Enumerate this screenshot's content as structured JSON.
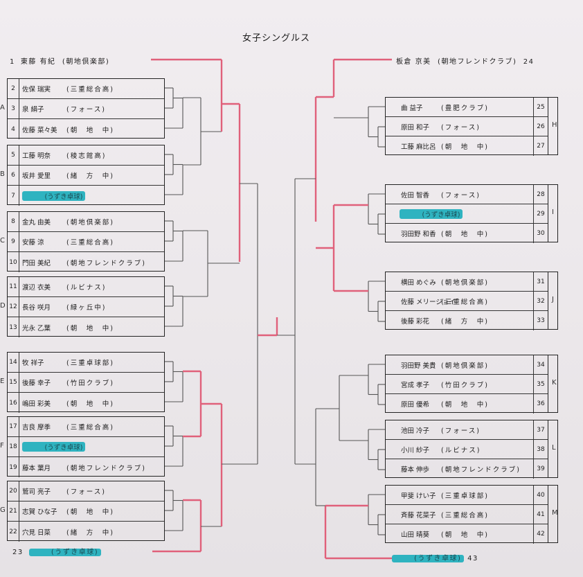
{
  "title": "女子シングルス",
  "seeds": {
    "s1": {
      "num": "1",
      "name": "東藤 有紀",
      "club": "(朝地倶楽部)"
    },
    "s23": {
      "num": "23",
      "name": "",
      "club": "(うずき卓球)"
    },
    "s24": {
      "num": "24",
      "name": "板倉 京美",
      "club": "(朝地フレンドクラブ)"
    },
    "s43": {
      "num": "43",
      "name": "",
      "club": "(うずき卓球)"
    }
  },
  "left_groups": [
    {
      "label": "A",
      "players": [
        {
          "num": "2",
          "name": "佐保 瑞実",
          "club": "(三重総合高)"
        },
        {
          "num": "3",
          "name": "泉 絹子",
          "club": "(フォース)"
        },
        {
          "num": "4",
          "name": "佐藤 菜々美",
          "club": "(朝　地　中)"
        }
      ]
    },
    {
      "label": "B",
      "players": [
        {
          "num": "5",
          "name": "工藤 明奈",
          "club": "(稜志館高)"
        },
        {
          "num": "6",
          "name": "坂井 愛里",
          "club": "(緒　方　中)"
        },
        {
          "num": "7",
          "name": "",
          "club": "(うずき卓球)"
        }
      ]
    },
    {
      "label": "C",
      "players": [
        {
          "num": "8",
          "name": "金丸 由美",
          "club": "(朝地倶楽部)"
        },
        {
          "num": "9",
          "name": "安藤 涼",
          "club": "(三重総合高)"
        },
        {
          "num": "10",
          "name": "門田 美紀",
          "club": "(朝地フレンドクラブ)"
        }
      ]
    },
    {
      "label": "D",
      "players": [
        {
          "num": "11",
          "name": "渡辺 衣美",
          "club": "(ルビナス)"
        },
        {
          "num": "12",
          "name": "長谷 咲月",
          "club": "(緑ヶ丘中)"
        },
        {
          "num": "13",
          "name": "光永 乙葉",
          "club": "(朝　地　中)"
        }
      ]
    },
    {
      "label": "E",
      "players": [
        {
          "num": "14",
          "name": "牧 祥子",
          "club": "(三重卓球部)"
        },
        {
          "num": "15",
          "name": "後藤 幸子",
          "club": "(竹田クラブ)"
        },
        {
          "num": "16",
          "name": "嶋田 彩美",
          "club": "(朝　地　中)"
        }
      ]
    },
    {
      "label": "F",
      "players": [
        {
          "num": "17",
          "name": "吉良 摩季",
          "club": "(三重総合高)"
        },
        {
          "num": "18",
          "name": "",
          "club": "(うずき卓球)"
        },
        {
          "num": "19",
          "name": "藤本 葉月",
          "club": "(朝地フレンドクラブ)"
        }
      ]
    },
    {
      "label": "G",
      "players": [
        {
          "num": "20",
          "name": "鷲司 亮子",
          "club": "(フォース)"
        },
        {
          "num": "21",
          "name": "志賀 ひな子",
          "club": "(朝　地　中)"
        },
        {
          "num": "22",
          "name": "穴見 日菜",
          "club": "(緒　方　中)"
        }
      ]
    }
  ],
  "right_groups": [
    {
      "label": "H",
      "players": [
        {
          "num": "25",
          "name": "曲 益子",
          "club": "(豊肥クラブ)"
        },
        {
          "num": "26",
          "name": "原田 和子",
          "club": "(フォース)"
        },
        {
          "num": "27",
          "name": "工藤 麻比呂",
          "club": "(朝　地　中)"
        }
      ]
    },
    {
      "label": "I",
      "players": [
        {
          "num": "28",
          "name": "佐田 智香",
          "club": "(フォース)"
        },
        {
          "num": "29",
          "name": "",
          "club": "(うずき卓球)"
        },
        {
          "num": "30",
          "name": "羽田野 和香",
          "club": "(朝　地　中)"
        }
      ]
    },
    {
      "label": "J",
      "players": [
        {
          "num": "31",
          "name": "横田 めぐみ",
          "club": "(朝地倶楽部)"
        },
        {
          "num": "32",
          "name": "佐藤 メリージョイ",
          "club": "(三重総合高)"
        },
        {
          "num": "33",
          "name": "後藤 彩花",
          "club": "(緒　方　中)"
        }
      ]
    },
    {
      "label": "K",
      "players": [
        {
          "num": "34",
          "name": "羽田野 美貴",
          "club": "(朝地倶楽部)"
        },
        {
          "num": "35",
          "name": "宮成 孝子",
          "club": "(竹田クラブ)"
        },
        {
          "num": "36",
          "name": "原田 優希",
          "club": "(朝　地　中)"
        }
      ]
    },
    {
      "label": "L",
      "players": [
        {
          "num": "37",
          "name": "池田 冷子",
          "club": "(フォース)"
        },
        {
          "num": "38",
          "name": "小川 紗子",
          "club": "(ルビナス)"
        },
        {
          "num": "39",
          "name": "藤本 伸歩",
          "club": "(朝地フレンドクラブ)"
        }
      ]
    },
    {
      "label": "M",
      "players": [
        {
          "num": "40",
          "name": "甲斐 けい子",
          "club": "(三重卓球部)"
        },
        {
          "num": "41",
          "name": "斉藤 花菜子",
          "club": "(三重総合高)"
        },
        {
          "num": "42",
          "name": "山田 晴葵",
          "club": "(朝　地　中)"
        }
      ]
    }
  ]
}
